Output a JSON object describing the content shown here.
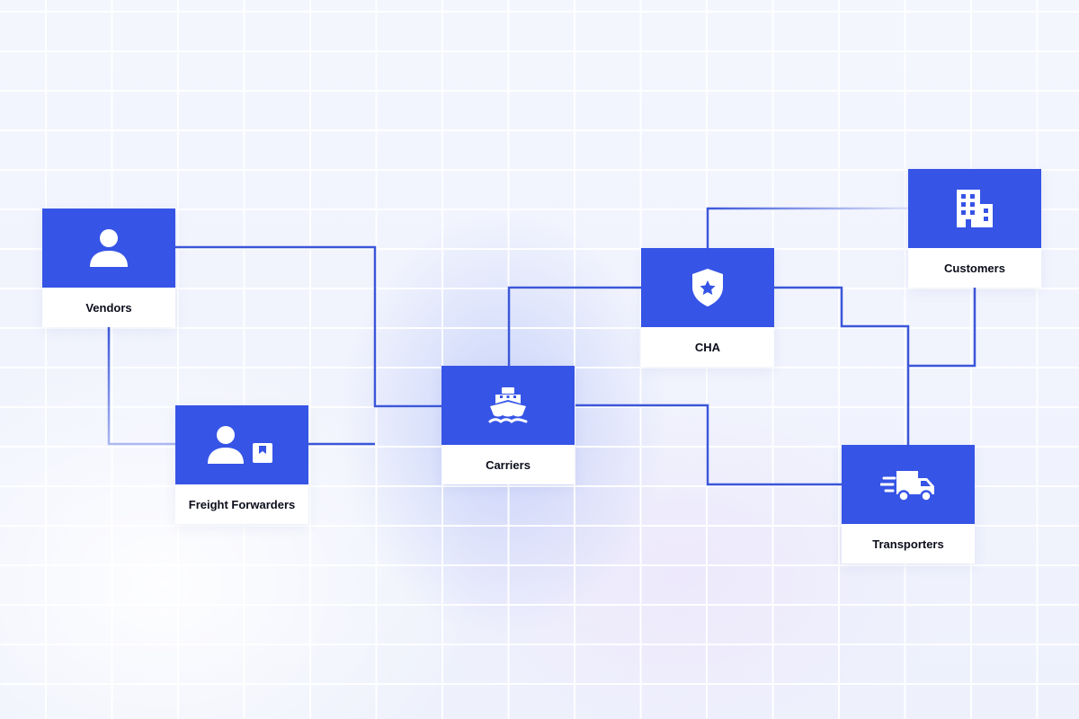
{
  "colors": {
    "accent": "#3654e6",
    "line": "#3b57d9",
    "label_bg": "#ffffff",
    "label_text": "#0b0d1a"
  },
  "nodes": {
    "vendors": {
      "label": "Vendors",
      "icon": "person-icon"
    },
    "freight_forwarders": {
      "label": "Freight Forwarders",
      "icon": "person-with-package-icon"
    },
    "carriers": {
      "label": "Carriers",
      "icon": "ship-icon"
    },
    "cha": {
      "label": "CHA",
      "icon": "shield-star-icon"
    },
    "customers": {
      "label": "Customers",
      "icon": "building-icon"
    },
    "transporters": {
      "label": "Transporters",
      "icon": "delivery-truck-icon"
    }
  },
  "connections": [
    [
      "vendors",
      "carriers"
    ],
    [
      "vendors",
      "freight_forwarders"
    ],
    [
      "freight_forwarders",
      "carriers"
    ],
    [
      "carriers",
      "cha"
    ],
    [
      "carriers",
      "transporters"
    ],
    [
      "cha",
      "customers"
    ],
    [
      "cha",
      "transporters"
    ],
    [
      "customers",
      "transporters"
    ]
  ]
}
